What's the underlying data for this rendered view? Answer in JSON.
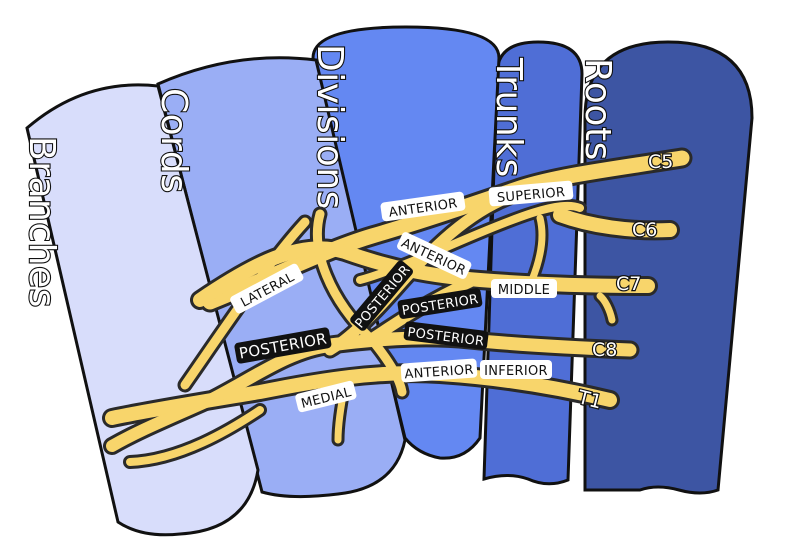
{
  "columns": [
    {
      "label": "Branches",
      "color": "#d8ddfb"
    },
    {
      "label": "Cords",
      "color": "#9aaef5"
    },
    {
      "label": "Divisions",
      "color": "#6488f2"
    },
    {
      "label": "Trunks",
      "color": "#4f6ed6"
    },
    {
      "label": "Roots",
      "color": "#3d55a3"
    }
  ],
  "roots": [
    "C5",
    "C6",
    "C7",
    "C8",
    "T1"
  ],
  "trunks": {
    "superior": "SUPERIOR",
    "middle": "MIDDLE",
    "inferior": "INFERIOR"
  },
  "divisions": {
    "anterior_superior": "ANTERIOR",
    "anterior_middle": "ANTERIOR",
    "anterior_inferior": "ANTERIOR",
    "posterior_superior": "POSTERIOR",
    "posterior_middle": "POSTERIOR",
    "posterior_inferior": "POSTERIOR"
  },
  "cords": {
    "lateral": "LATERAL",
    "posterior": "POSTERIOR",
    "medial": "MEDIAL"
  },
  "colors": {
    "nerve": "#f8d56b",
    "outline": "#111111"
  }
}
